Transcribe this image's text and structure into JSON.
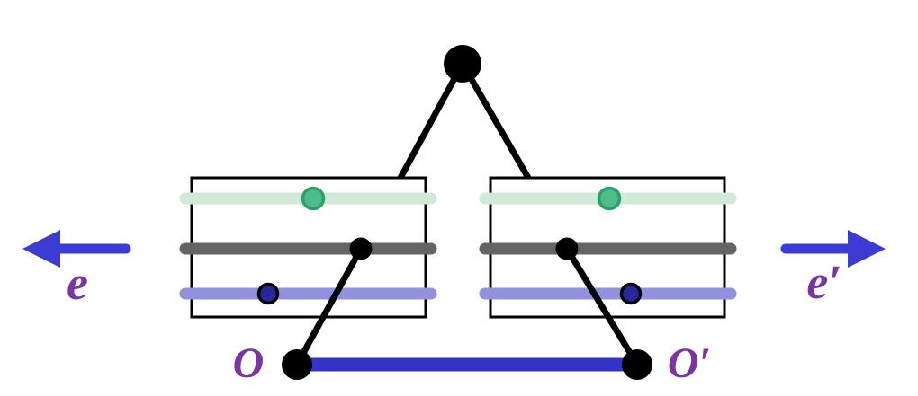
{
  "labels": {
    "edge_left": "e",
    "edge_right": "e′",
    "origin_left": "O",
    "origin_right": "O′"
  },
  "icons": {
    "left_arrow": "left-arrow-icon",
    "right_arrow": "right-arrow-icon"
  },
  "colors": {
    "background": "#ffffff",
    "outline_black": "#000000",
    "band_mint": "#cfeada",
    "band_gray": "#646464",
    "band_lavender": "#9191e0",
    "node_green_fill": "#4fbc8b",
    "node_green_ring": "#2da06a",
    "node_navy_fill": "#28289b",
    "node_black": "#000000",
    "arrow_blue": "#3c3cd4",
    "base_edge_blue": "#3333cc",
    "label_purple": "#7b35a2"
  }
}
